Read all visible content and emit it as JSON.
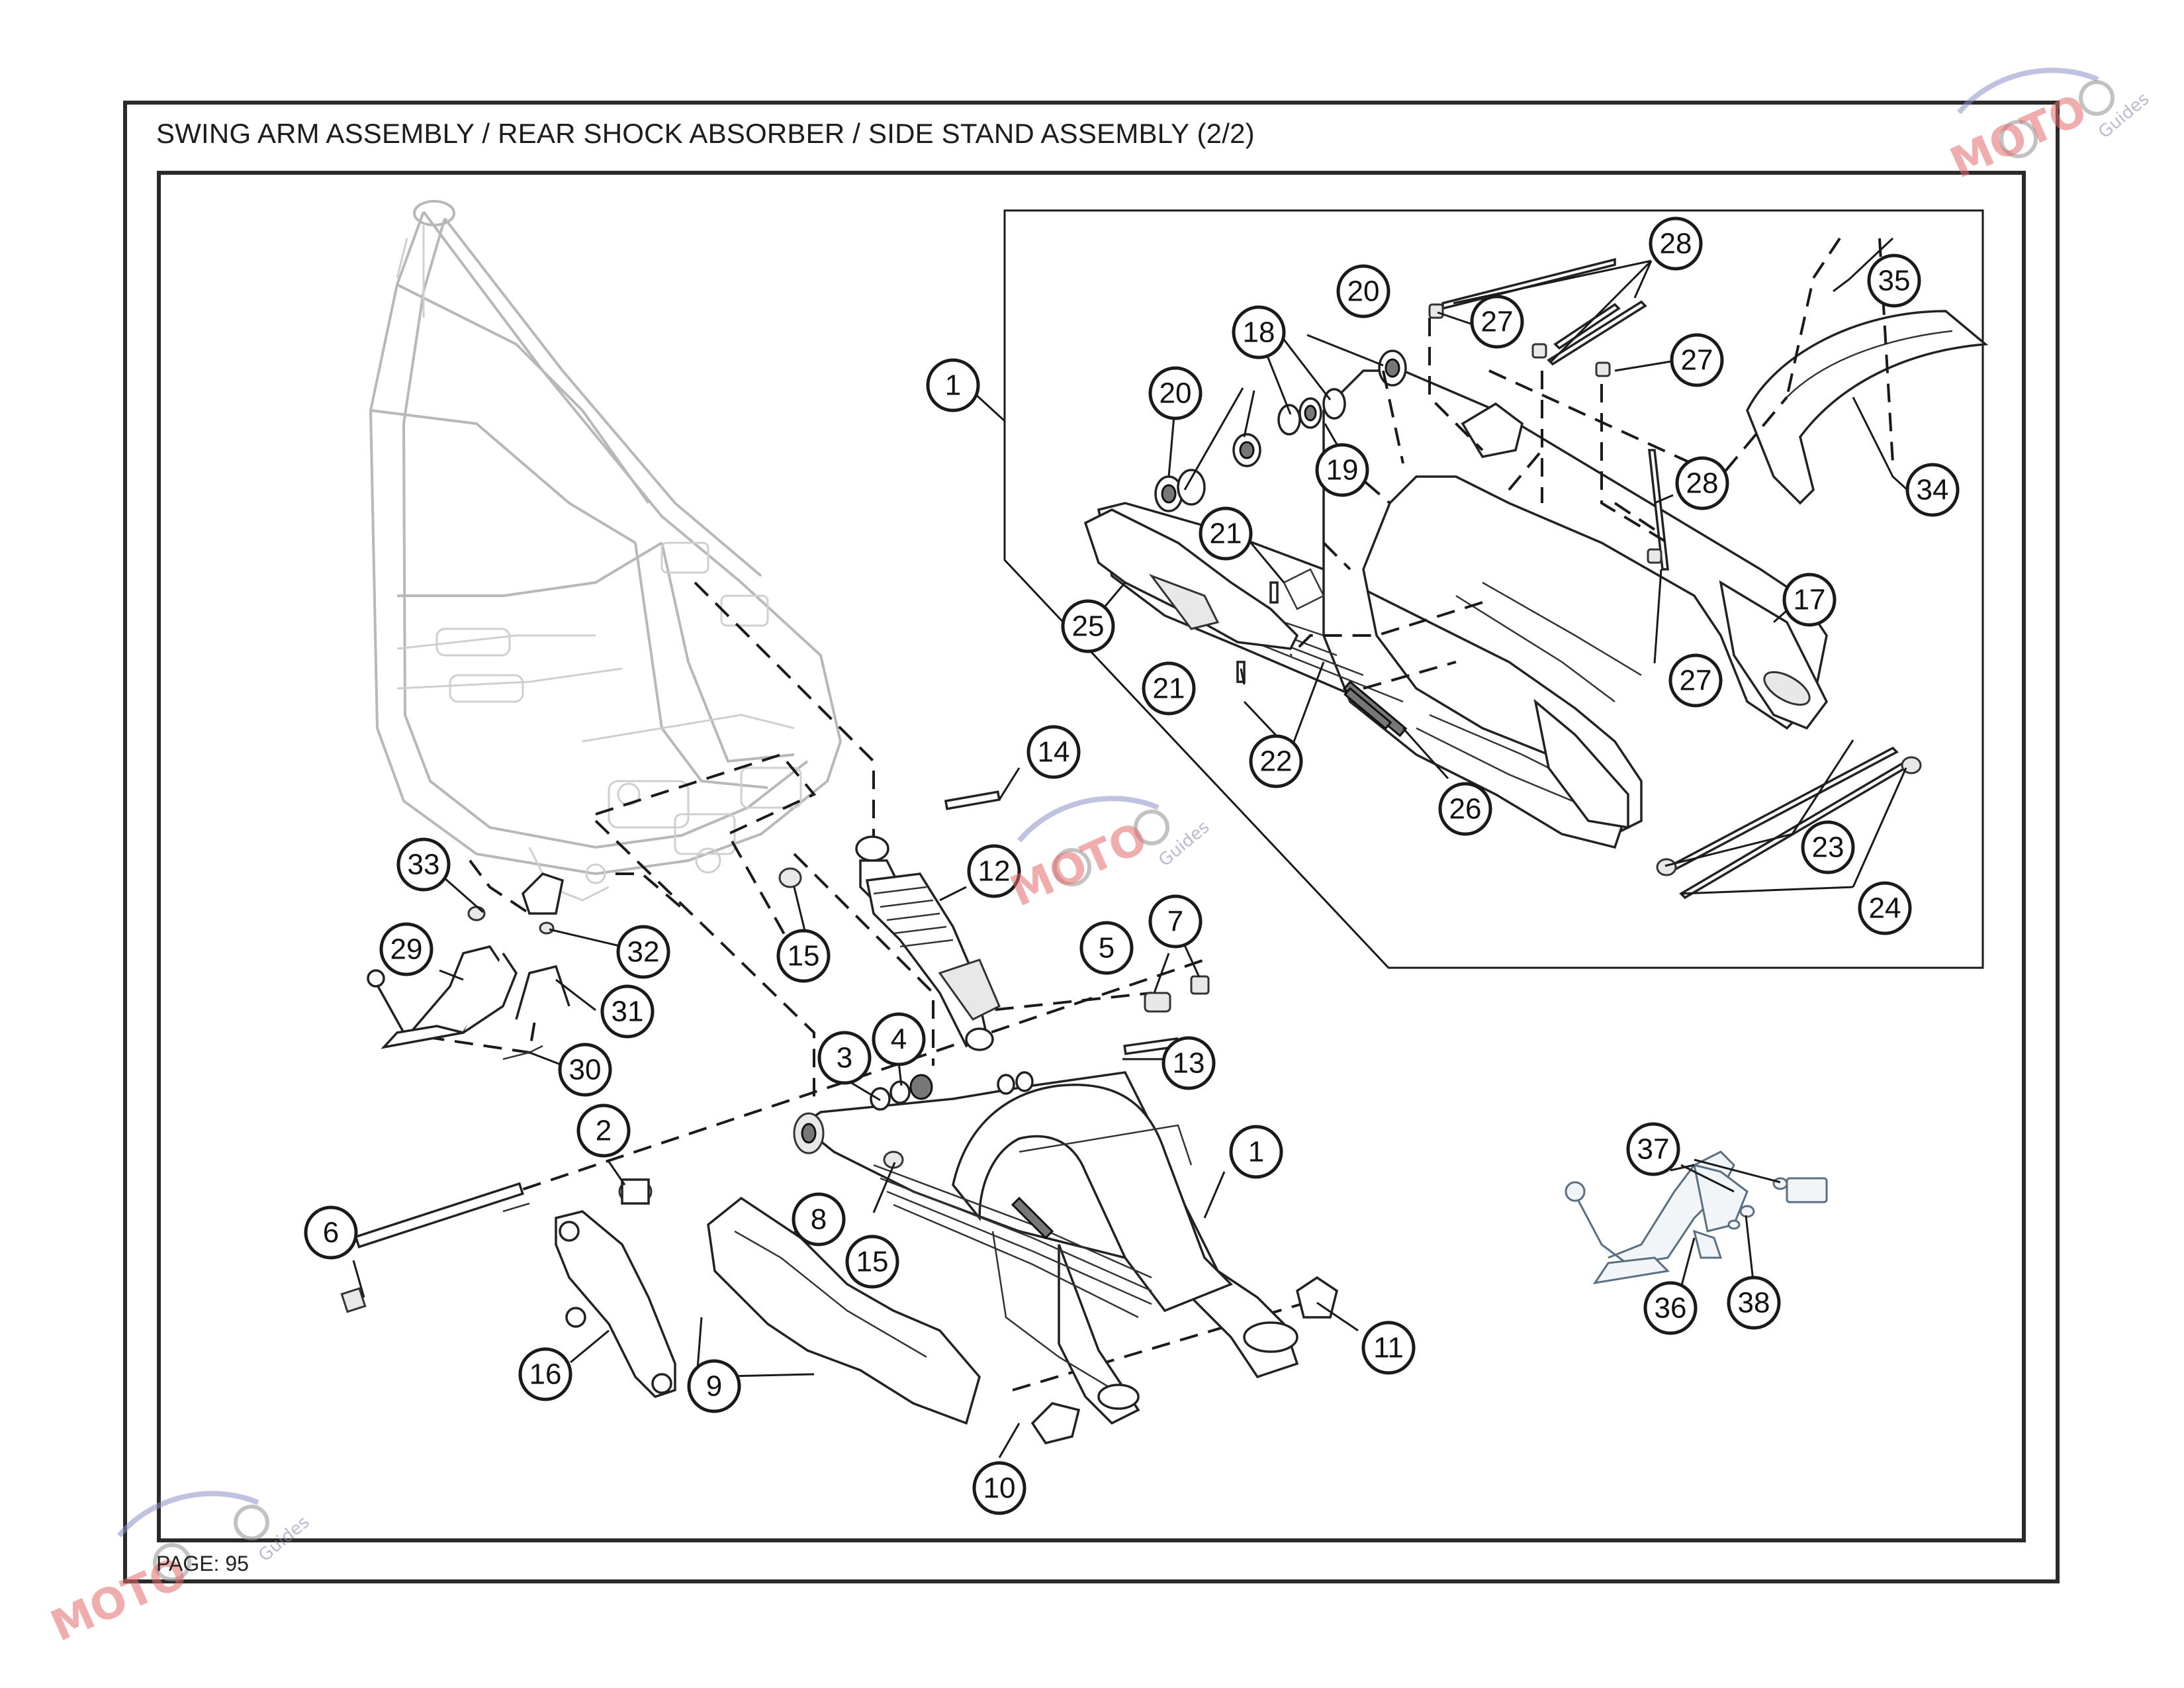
{
  "title": "SWING ARM ASSEMBLY / REAR SHOCK ABSORBER / SIDE STAND ASSEMBLY (2/2)",
  "page": "PAGE: 95",
  "watermark": {
    "logo_text": "MOTO",
    "sub_text": "Guides"
  },
  "callouts": {
    "c1a": "1",
    "c1b": "1",
    "c2": "2",
    "c3": "3",
    "c4": "4",
    "c5": "5",
    "c6": "6",
    "c7": "7",
    "c8": "8",
    "c9": "9",
    "c10": "10",
    "c11": "11",
    "c12": "12",
    "c13": "13",
    "c14": "14",
    "c15a": "15",
    "c15b": "15",
    "c16": "16",
    "c17": "17",
    "c18": "18",
    "c19": "19",
    "c20a": "20",
    "c20b": "20",
    "c21a": "21",
    "c21b": "21",
    "c22": "22",
    "c23": "23",
    "c24": "24",
    "c25": "25",
    "c26": "26",
    "c27a": "27",
    "c27b": "27",
    "c27c": "27",
    "c28a": "28",
    "c28b": "28",
    "c29": "29",
    "c30": "30",
    "c31": "31",
    "c32": "32",
    "c33": "33",
    "c34": "34",
    "c35": "35",
    "c36": "36",
    "c37": "37",
    "c38": "38"
  }
}
